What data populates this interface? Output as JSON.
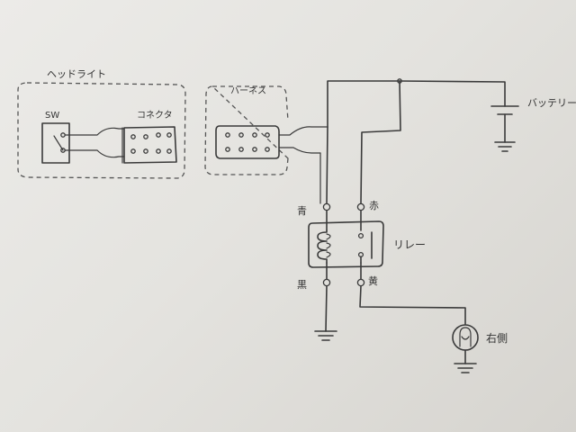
{
  "labels": {
    "headlight": "ヘッドライト",
    "switch": "SW",
    "connector": "コネクタ",
    "harness": "ハーネス",
    "battery": "バッテリー",
    "relay": "リレー",
    "blue": "青",
    "red": "赤",
    "black": "黒",
    "yellow": "黄",
    "right_side": "右側"
  },
  "colors": {
    "ink": "#3a3a3a",
    "paper": "#e8e7e3"
  },
  "icons": [
    "ground-icon",
    "lamp-icon",
    "battery-icon",
    "relay-coil-icon",
    "switch-icon"
  ]
}
